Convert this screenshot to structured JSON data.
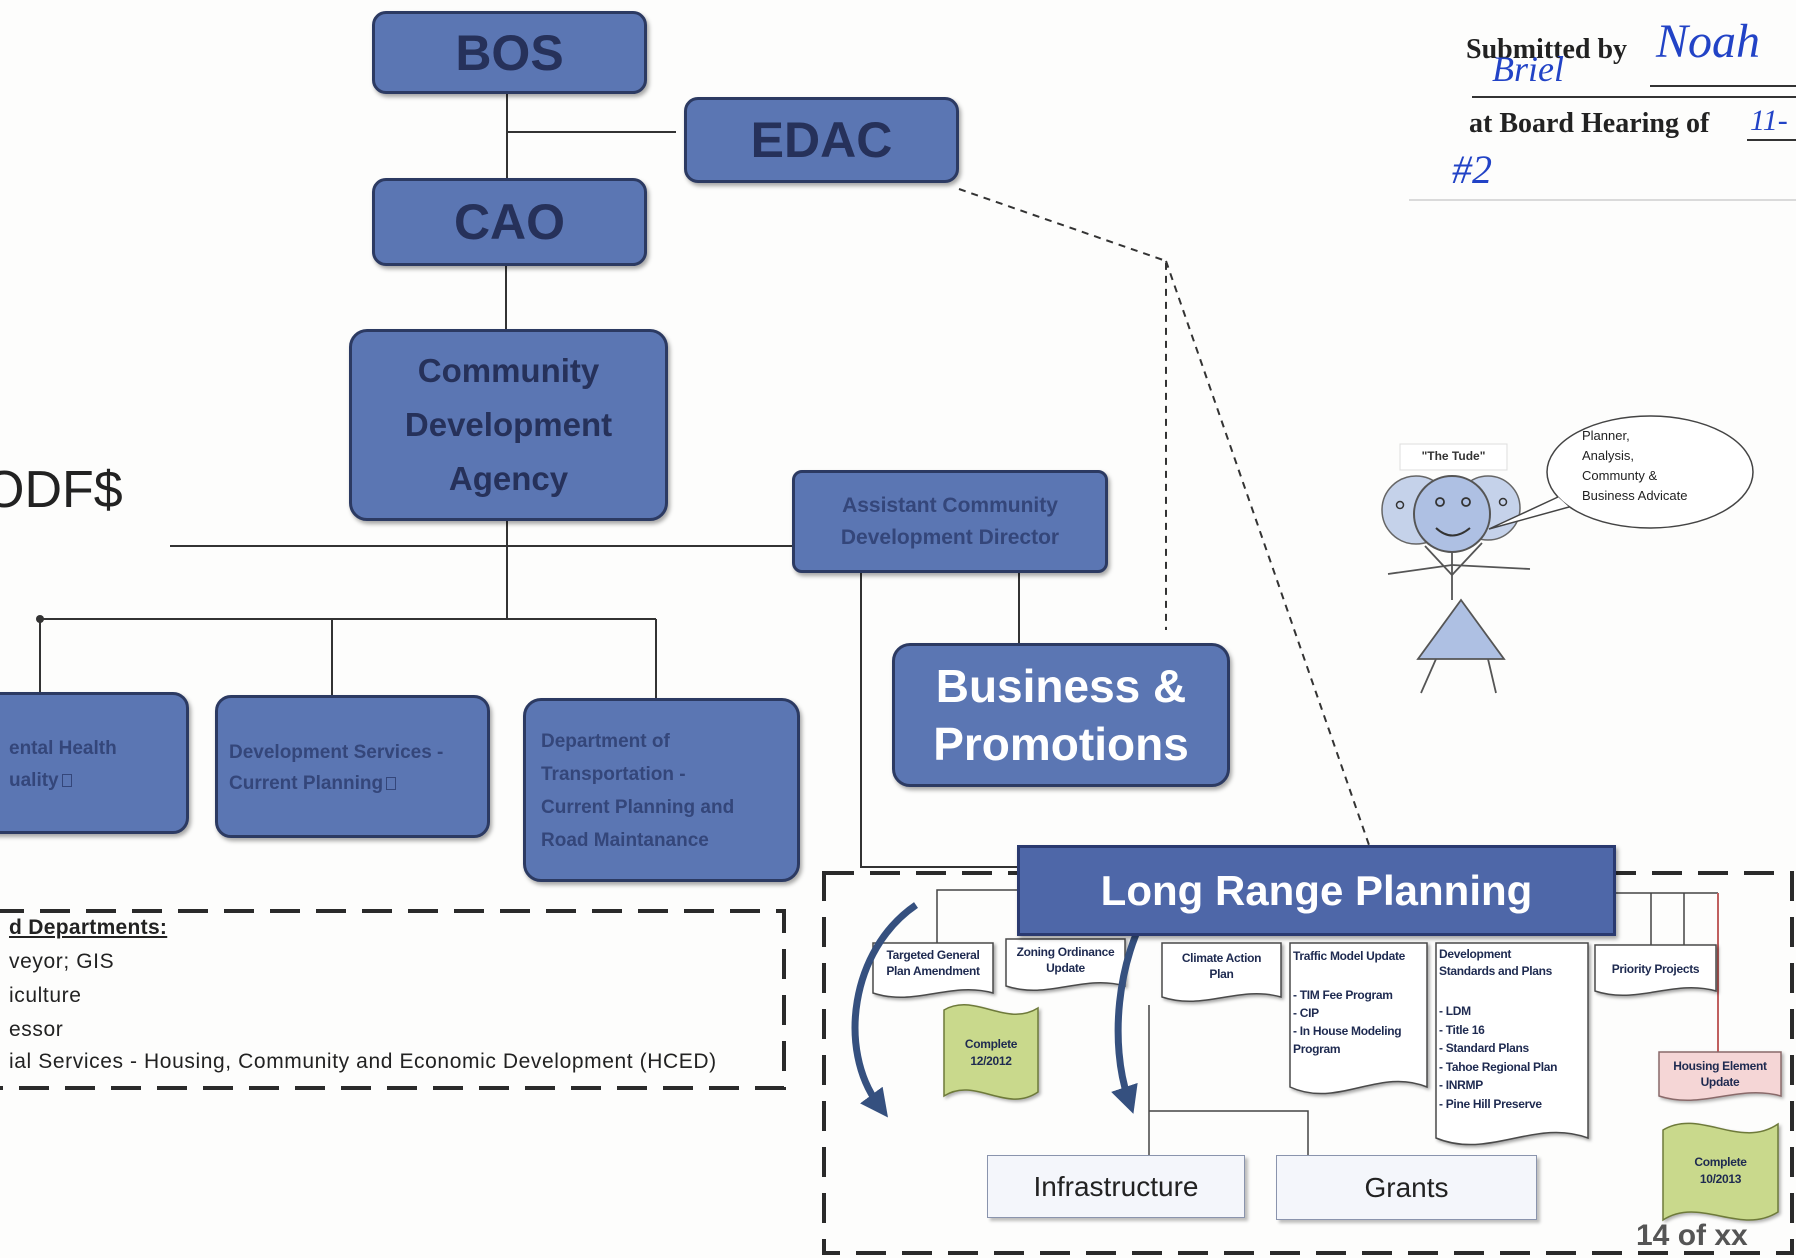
{
  "colors": {
    "box_fill": "#5b76b3",
    "box_border": "#2c3a62",
    "box_text": "#26315a",
    "lower_text": "#34467a",
    "banner_fill": "#4e67a8",
    "handwriting": "#2243c6",
    "complete_fill": "#c9d98c",
    "housing_fill": "#f5d6d6",
    "arrow": "#35507f",
    "figure_fill": "#aec0e3"
  },
  "header": {
    "submitted_by_label": "Submitted by",
    "handwritten_name_1": "Noah",
    "handwritten_name_2": "Briel",
    "hearing_label": "at Board Hearing of",
    "handwritten_hearing_date": "11-",
    "handwritten_item_number": "#2"
  },
  "org_chart": {
    "bos": "BOS",
    "edac": "EDAC",
    "cao": "CAO",
    "cda_lines": [
      "Community",
      "Development",
      "Agency"
    ],
    "acdd_lines": [
      "Assistant Community",
      "Development Director"
    ],
    "business_promotions_lines": [
      "Business &",
      "Promotions"
    ],
    "env_health_lines": [
      "ental Health",
      "uality"
    ],
    "dev_services_lines": [
      "Development Services -",
      "Current Planning"
    ],
    "dot_lines": [
      "Department of",
      "Transportation -",
      "Current Planning and",
      "Road Maintanance"
    ],
    "side_text": "ODF$",
    "glyph_icon": "missing-glyph-box-icon"
  },
  "departments_box": {
    "heading": "d Departments:",
    "items": [
      "veyor; GIS",
      "iculture",
      "essor",
      "ial Services - Housing, Community and Economic Development (HCED)"
    ]
  },
  "long_range_planning": {
    "title": "Long Range Planning",
    "targeted_gpa_lines": [
      "Targeted General",
      "Plan Amendment"
    ],
    "zoning_lines": [
      "Zoning Ordinance",
      "Update"
    ],
    "complete_1_lines": [
      "Complete",
      "12/2012"
    ],
    "climate_lines": [
      "Climate Action",
      "Plan"
    ],
    "traffic": {
      "title": "Traffic Model Update",
      "items": [
        "- TIM Fee Program",
        "- CIP",
        "- In House Modeling",
        "Program"
      ]
    },
    "dev_standards": {
      "title_lines": [
        "Development",
        "Standards and Plans"
      ],
      "items": [
        "- LDM",
        "- Title 16",
        "- Standard Plans",
        "- Tahoe Regional Plan",
        "- INRMP",
        "- Pine Hill Preserve"
      ]
    },
    "priority_projects": "Priority Projects",
    "housing_lines": [
      "Housing Element",
      "Update"
    ],
    "complete_2_lines": [
      "Complete",
      "10/2013"
    ],
    "infrastructure": "Infrastructure",
    "grants": "Grants",
    "arrow_icon": "curved-down-arrow-icon"
  },
  "page_counter": "14 of xx",
  "tude": {
    "label": "\"The Tude\"",
    "speech_lines": [
      "Planner,",
      "Analysis,",
      "Communty &",
      "Business Advicate"
    ],
    "figure_icon": "stick-figure-icon"
  }
}
